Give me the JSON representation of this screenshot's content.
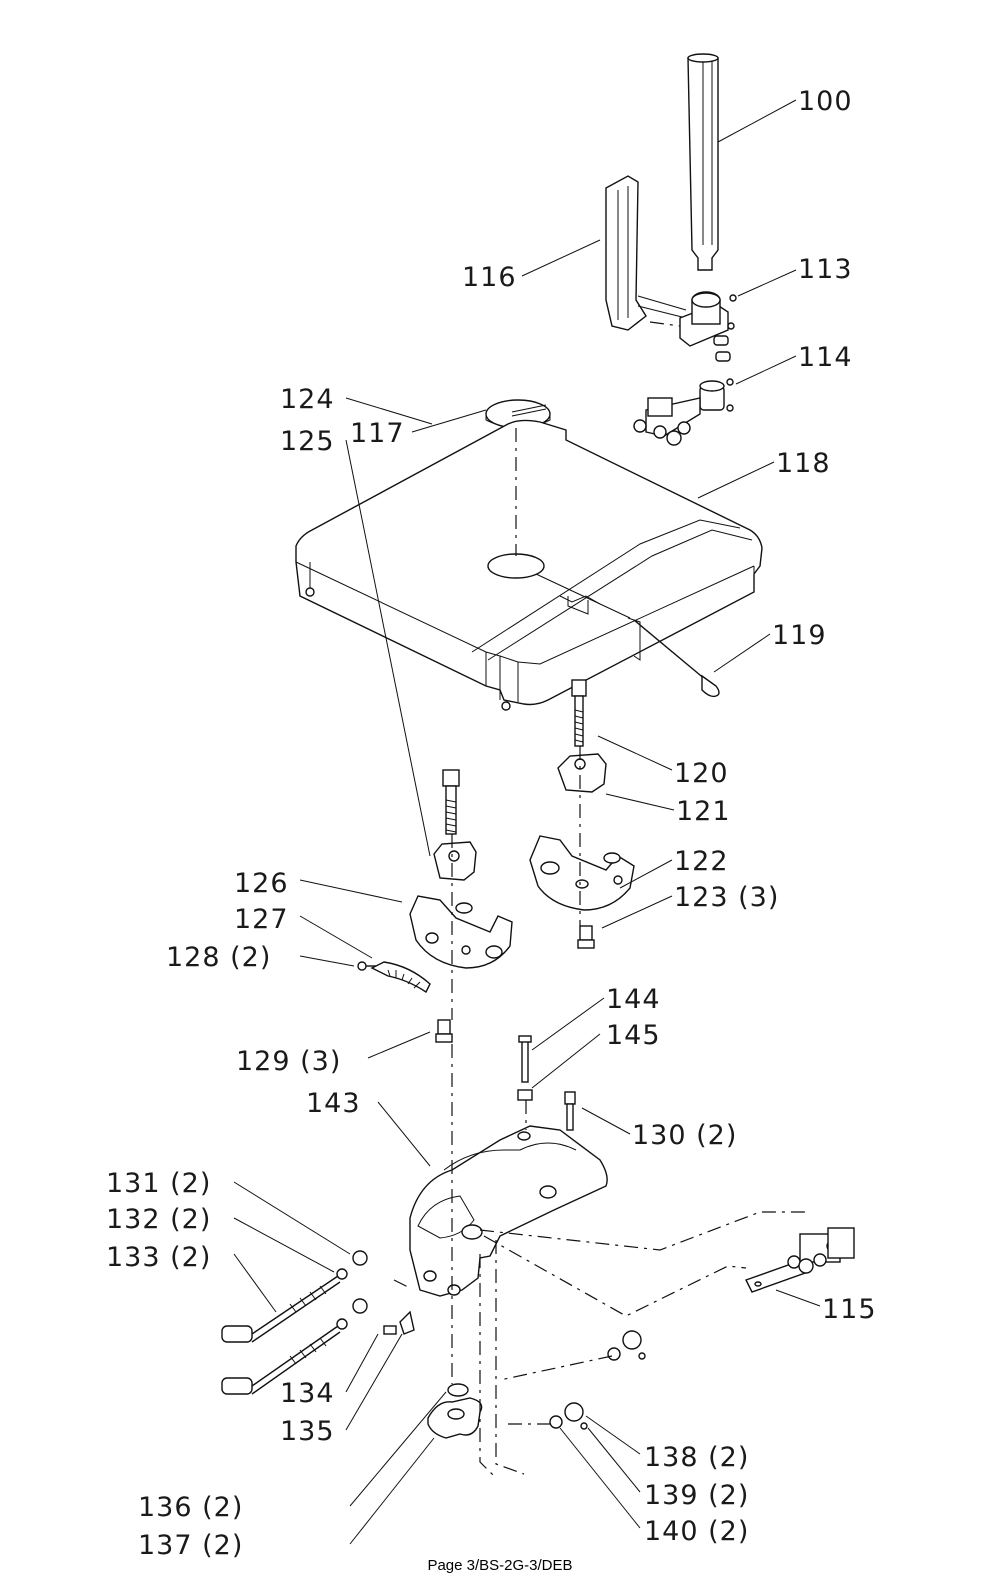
{
  "footer": "Page 3/BS-2G-3/DEB",
  "callouts": {
    "c100": "100",
    "c113": "113",
    "c114": "114",
    "c115": "115",
    "c116": "116",
    "c117": "117",
    "c118": "118",
    "c119": "119",
    "c120": "120",
    "c121": "121",
    "c122": "122",
    "c123": "123 (3)",
    "c124": "124",
    "c125": "125",
    "c126": "126",
    "c127": "127",
    "c128": "128 (2)",
    "c129": "129 (3)",
    "c130": "130 (2)",
    "c131": "131 (2)",
    "c132": "132 (2)",
    "c133": "133 (2)",
    "c134": "134",
    "c135": "135",
    "c136": "136 (2)",
    "c137": "137 (2)",
    "c138": "138 (2)",
    "c139": "139 (2)",
    "c140": "140 (2)",
    "c143": "143",
    "c144": "144",
    "c145": "145"
  }
}
